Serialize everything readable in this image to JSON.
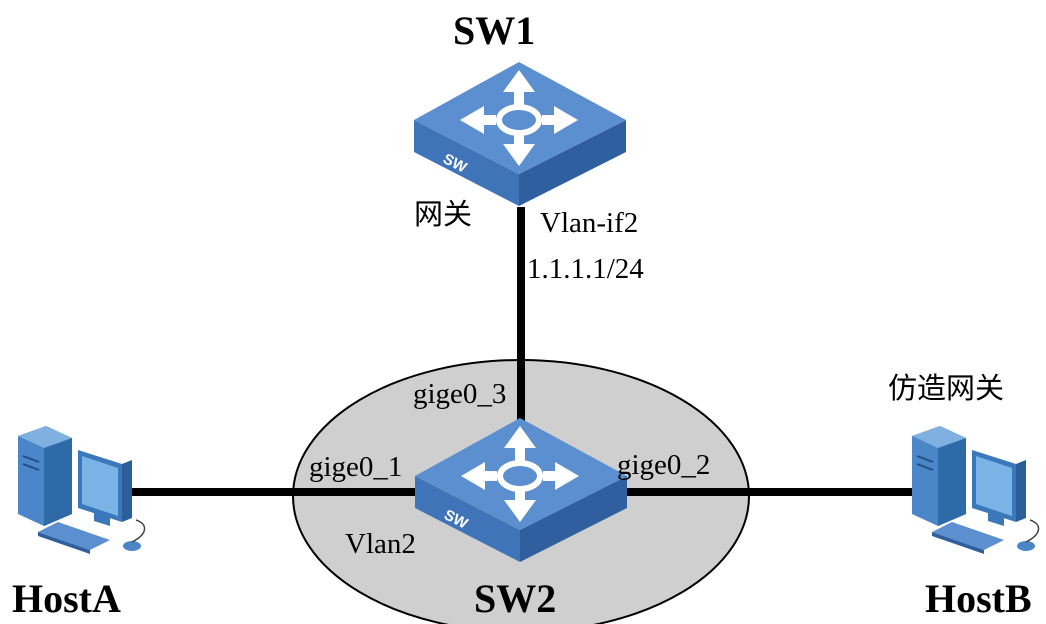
{
  "colors": {
    "switch_top": "#5b8fd0",
    "switch_front": "#3f74b8",
    "switch_side": "#2f5f9e",
    "vlan_region_fill": "#cfcfcf",
    "link": "#000000",
    "host_blue": "#4a86c8"
  },
  "nodes": {
    "sw1": {
      "name": "SW1",
      "badge": "SW",
      "icon": "switch-icon"
    },
    "sw2": {
      "name": "SW2",
      "badge": "SW",
      "icon": "switch-icon"
    },
    "host_a": {
      "name": "HostA",
      "icon": "desktop-computer-icon"
    },
    "host_b": {
      "name": "HostB",
      "icon": "desktop-computer-icon",
      "role": "仿造网关"
    }
  },
  "labels": {
    "gateway": "网关",
    "sw1_interface": "Vlan-if2",
    "sw1_ip": "1.1.1.1/24",
    "port_up": "gige0_3",
    "port_left": "gige0_1",
    "port_right": "gige0_2",
    "vlan": "Vlan2"
  }
}
